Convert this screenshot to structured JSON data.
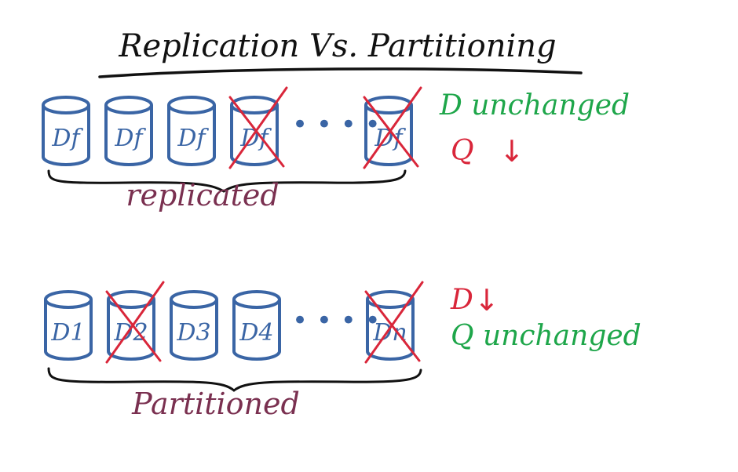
{
  "title": "Replication Vs. Partitioning",
  "colors": {
    "ink": "#111111",
    "cylinder": "#3a65a5",
    "cross": "#d9263a",
    "green": "#1ea64a",
    "red": "#d9263a",
    "maroon": "#7a3050"
  },
  "replicated": {
    "label": "replicated",
    "disks": [
      {
        "label": "Df",
        "crossed": false
      },
      {
        "label": "Df",
        "crossed": false
      },
      {
        "label": "Df",
        "crossed": false
      },
      {
        "label": "Df",
        "crossed": true
      },
      {
        "label": "Df",
        "crossed": true
      }
    ],
    "notes": {
      "line1": "D unchanged",
      "line2_letter": "Q",
      "line2_arrow": "↓"
    }
  },
  "partitioned": {
    "label": "Partitioned",
    "disks": [
      {
        "label": "D1",
        "crossed": false
      },
      {
        "label": "D2",
        "crossed": true
      },
      {
        "label": "D3",
        "crossed": false
      },
      {
        "label": "D4",
        "crossed": false
      },
      {
        "label": "Dn",
        "crossed": true
      }
    ],
    "notes": {
      "line1_letter": "D",
      "line1_arrow": "↓",
      "line2": "Q unchanged"
    }
  },
  "ellipsis": "• • • •"
}
